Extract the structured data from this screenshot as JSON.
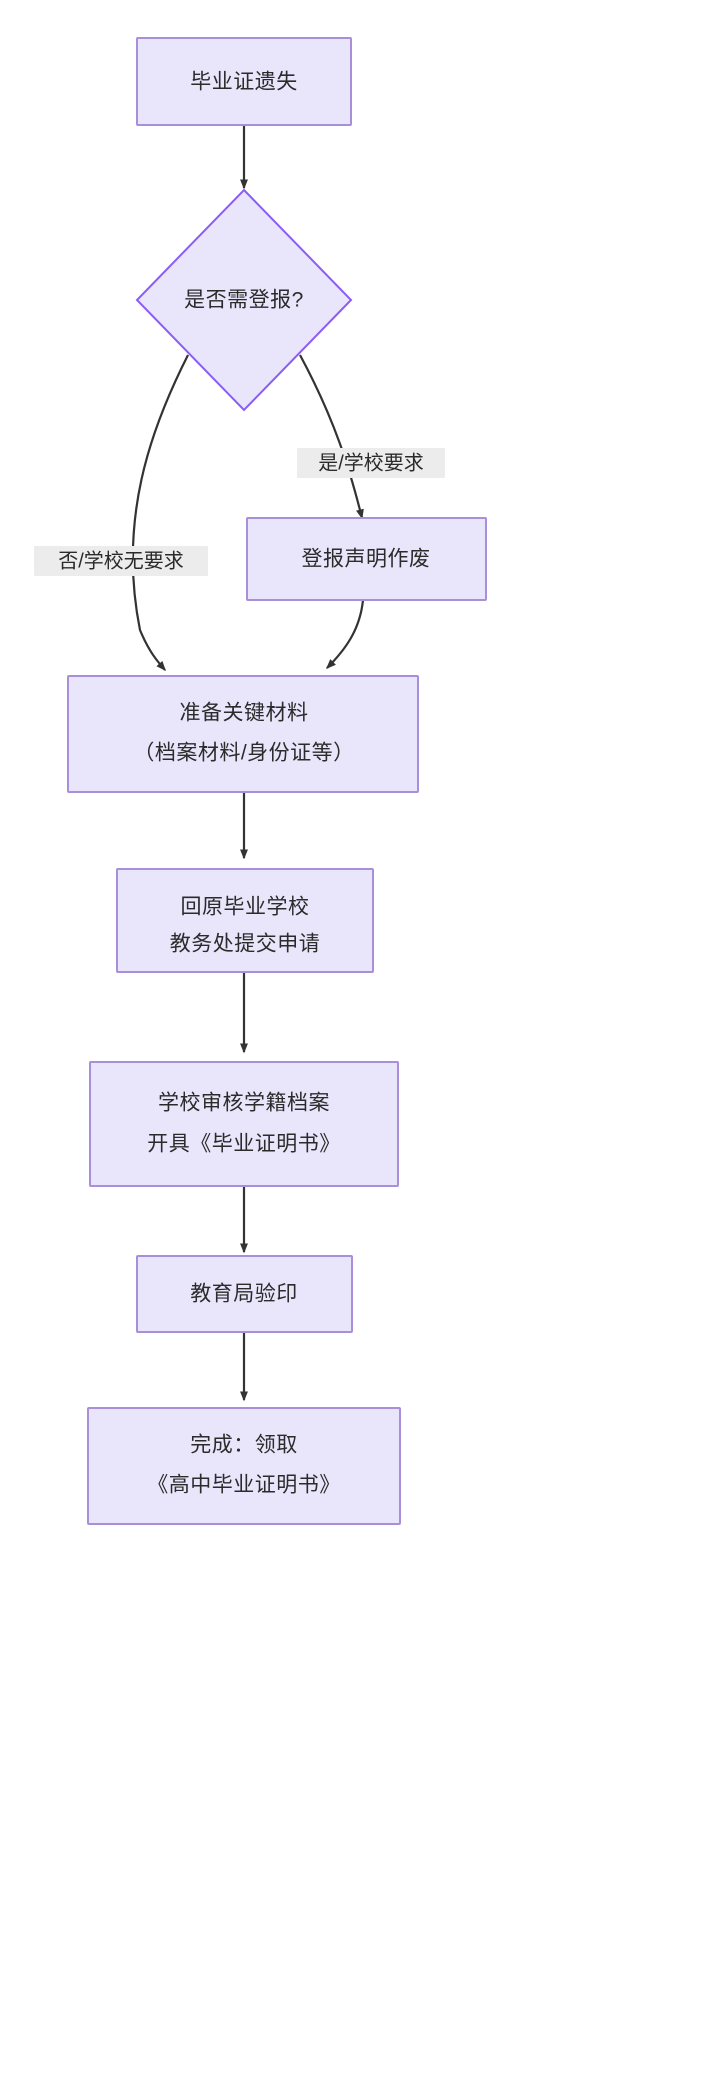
{
  "diagram": {
    "type": "flowchart",
    "direction": "top-to-bottom",
    "title": "",
    "colors": {
      "node_fill": "#e9e6fb",
      "node_stroke": "#a98eda",
      "decision_stroke": "#8b5cf6",
      "edge_stroke": "#333333",
      "edge_label_bg": "#ececec",
      "text": "#2b2b2b",
      "background": "#ffffff"
    },
    "nodes": [
      {
        "id": "start",
        "shape": "rect",
        "lines": [
          "毕业证遗失"
        ]
      },
      {
        "id": "decision",
        "shape": "diamond",
        "lines": [
          "是否需登报?"
        ]
      },
      {
        "id": "publish",
        "shape": "rect",
        "lines": [
          "登报声明作废"
        ]
      },
      {
        "id": "prepare",
        "shape": "rect",
        "lines": [
          "准备关键材料",
          "（档案材料/身份证等）"
        ]
      },
      {
        "id": "apply",
        "shape": "rect",
        "lines": [
          "回原毕业学校",
          "教务处提交申请"
        ]
      },
      {
        "id": "review",
        "shape": "rect",
        "lines": [
          "学校审核学籍档案",
          "开具《毕业证明书》"
        ]
      },
      {
        "id": "stamp",
        "shape": "rect",
        "lines": [
          "教育局验印"
        ]
      },
      {
        "id": "done",
        "shape": "rect",
        "lines": [
          "完成：领取",
          "《高中毕业证明书》"
        ]
      }
    ],
    "edges": [
      {
        "from": "start",
        "to": "decision",
        "label": ""
      },
      {
        "from": "decision",
        "to": "publish",
        "label": "是/学校要求"
      },
      {
        "from": "decision",
        "to": "prepare",
        "label": "否/学校无要求"
      },
      {
        "from": "publish",
        "to": "prepare",
        "label": ""
      },
      {
        "from": "prepare",
        "to": "apply",
        "label": ""
      },
      {
        "from": "apply",
        "to": "review",
        "label": ""
      },
      {
        "from": "review",
        "to": "stamp",
        "label": ""
      },
      {
        "from": "stamp",
        "to": "done",
        "label": ""
      }
    ]
  }
}
